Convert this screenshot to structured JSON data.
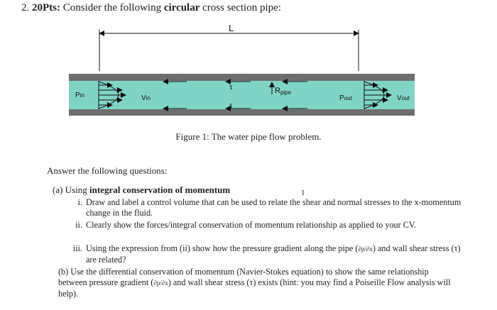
{
  "question": {
    "number": "2.",
    "points": "20Pts:",
    "text_before": "Consider the following",
    "emphasis": "circular",
    "text_after": "cross section pipe:"
  },
  "figure": {
    "length_label": "L",
    "tau_top": "τ",
    "tau_bottom": "τ",
    "r_label": "R",
    "r_sub": "pipe",
    "p_in": "P",
    "p_in_sub": "in",
    "v_in": "V",
    "v_in_sub": "in",
    "p_out": "P",
    "p_out_sub": "out",
    "v_out": "V",
    "v_out_sub": "out",
    "colors": {
      "pipe_wall": "#6e6e6e",
      "water": "#7fd4c6",
      "arrow": "#111111"
    }
  },
  "caption": "Figure 1: The water pipe flow problem.",
  "answer_intro": "Answer the following questions:",
  "part_a": {
    "label": "(a) Using",
    "bold": "integral conservation of momentum",
    "cursor": "I",
    "items": [
      {
        "num": "i.",
        "text": "Draw and label a control volume that can be used to relate the shear and normal stresses to the x-momentum change in the fluid."
      },
      {
        "num": "ii.",
        "text": "Clearly show the forces/integral conservation of momentum relationship as applied to your CV."
      },
      {
        "num": "iii.",
        "text_a": "Using the expression from (ii) show how the pressure gradient along the pipe (",
        "frac": "∂p/∂x",
        "text_b": ") and wall shear stress (τ) are related?"
      }
    ]
  },
  "part_b": {
    "label": "(b)",
    "text_a": "Use the differential conservation of momentum (Navier-Stokes equation) to show the same relationship between pressure gradient (",
    "frac": "∂p/∂x",
    "text_b": ") and wall shear stress (τ) exists (hint: you may find a Poiseille Flow analysis will help)."
  }
}
